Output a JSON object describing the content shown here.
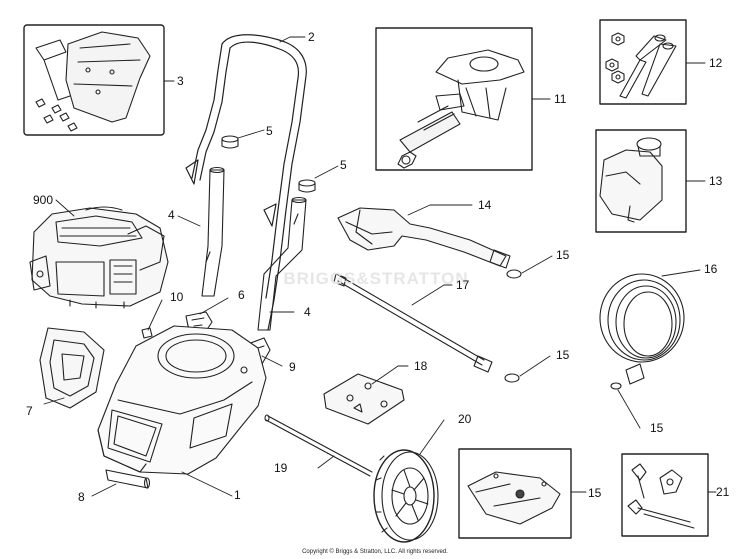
{
  "watermark": "BRIGGS&STRATTON",
  "copyright": "Copyright © Briggs & Stratton, LLC. All rights reserved.",
  "callouts": {
    "c3": "3",
    "c2": "2",
    "c11": "11",
    "c12": "12",
    "c13": "13",
    "c5a": "5",
    "c5b": "5",
    "c900": "900",
    "c4a": "4",
    "c14": "14",
    "c15a": "15",
    "c16": "16",
    "c17": "17",
    "c10": "10",
    "c6": "6",
    "c4b": "4",
    "c15b": "15",
    "c9": "9",
    "c18": "18",
    "c7": "7",
    "c20": "20",
    "c15c": "15",
    "c19": "19",
    "c15d": "15",
    "c21": "21",
    "c8": "8",
    "c1": "1"
  }
}
